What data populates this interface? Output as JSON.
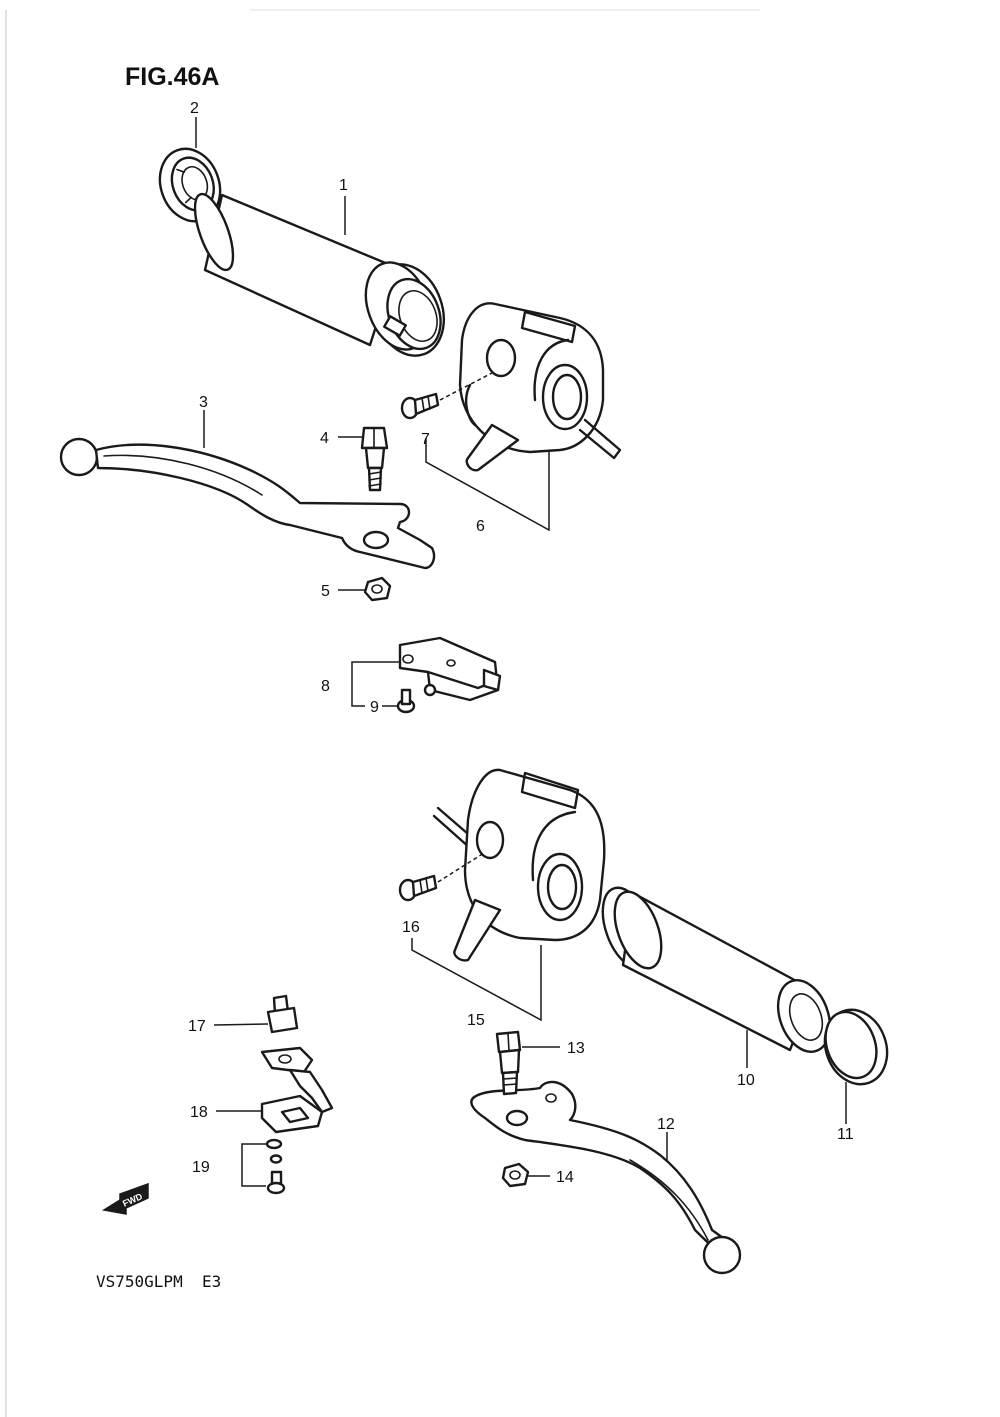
{
  "figure": {
    "title": "FIG.46A",
    "model_code": "VS750GLPM  E3"
  },
  "direction_badge": {
    "label": "FWD",
    "icon": "forward-arrow-icon"
  },
  "callouts": [
    {
      "number": "1"
    },
    {
      "number": "2"
    },
    {
      "number": "3"
    },
    {
      "number": "4"
    },
    {
      "number": "5"
    },
    {
      "number": "6"
    },
    {
      "number": "7"
    },
    {
      "number": "8"
    },
    {
      "number": "9"
    },
    {
      "number": "10"
    },
    {
      "number": "11"
    },
    {
      "number": "12"
    },
    {
      "number": "13"
    },
    {
      "number": "14"
    },
    {
      "number": "15"
    },
    {
      "number": "16"
    },
    {
      "number": "17"
    },
    {
      "number": "18"
    },
    {
      "number": "19"
    }
  ],
  "parts": [
    {
      "ref": "1",
      "icon": "handlebar-grip-icon"
    },
    {
      "ref": "2",
      "icon": "bar-end-icon"
    },
    {
      "ref": "3",
      "icon": "brake-lever-icon"
    },
    {
      "ref": "4",
      "icon": "pivot-bolt-icon"
    },
    {
      "ref": "5",
      "icon": "nut-icon"
    },
    {
      "ref": "6",
      "icon": "handlebar-switch-icon"
    },
    {
      "ref": "7",
      "icon": "screw-icon"
    },
    {
      "ref": "8",
      "icon": "stop-switch-icon"
    },
    {
      "ref": "9",
      "icon": "screw-icon"
    },
    {
      "ref": "10",
      "icon": "handlebar-grip-icon"
    },
    {
      "ref": "11",
      "icon": "bar-end-icon"
    },
    {
      "ref": "12",
      "icon": "clutch-lever-icon"
    },
    {
      "ref": "13",
      "icon": "pivot-bolt-icon"
    },
    {
      "ref": "14",
      "icon": "nut-icon"
    },
    {
      "ref": "15",
      "icon": "handlebar-switch-icon"
    },
    {
      "ref": "16",
      "icon": "screw-icon"
    },
    {
      "ref": "17",
      "icon": "switch-cap-icon"
    },
    {
      "ref": "18",
      "icon": "switch-bracket-icon"
    },
    {
      "ref": "19",
      "icon": "screw-washer-icon"
    }
  ],
  "colors": {
    "line": "#1a1a1a",
    "paper": "#ffffff"
  }
}
